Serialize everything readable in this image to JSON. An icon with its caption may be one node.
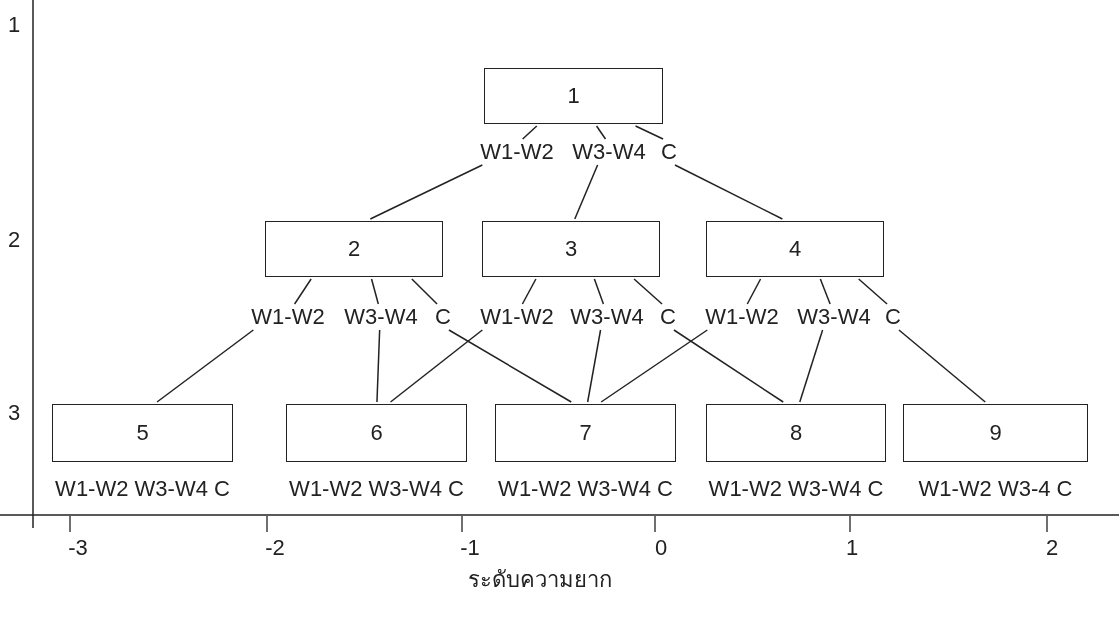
{
  "diagram": {
    "nodes": [
      {
        "text": [
          "1"
        ]
      },
      {
        "text": [
          "W1-W2"
        ]
      },
      {
        "text": [
          "W3-W4"
        ]
      },
      {
        "text": [
          "C"
        ]
      },
      {
        "text": [
          "2"
        ]
      },
      {
        "text": [
          "W1-W2"
        ]
      },
      {
        "text": [
          "W3-W4"
        ]
      },
      {
        "text": [
          "C"
        ]
      },
      {
        "text": [
          "3"
        ]
      },
      {
        "text": [
          "W1-W2"
        ]
      },
      {
        "text": [
          "W3-W4"
        ]
      },
      {
        "text": [
          "C"
        ]
      },
      {
        "text": [
          "4"
        ]
      },
      {
        "text": [
          "W1-W2"
        ]
      },
      {
        "text": [
          "W3-W4"
        ]
      },
      {
        "text": [
          "C"
        ]
      },
      {
        "text": [
          "5"
        ],
        "beside": [
          "W1-W2 W3-W4 C"
        ]
      },
      {
        "text": [
          "6"
        ],
        "beside": [
          "W1-W2 W3-W4 C"
        ]
      },
      {
        "text": [
          "7"
        ],
        "beside": [
          "W1-W2 W3-W4 C"
        ]
      },
      {
        "text": [
          "8"
        ],
        "beside": [
          "W1-W2 W3-W4 C"
        ]
      },
      {
        "text": [
          "9"
        ],
        "beside": [
          "W1-W2 W3-4 C"
        ]
      }
    ],
    "edges": [
      {
        "from": 0,
        "to": 1,
        "arrow": "none"
      },
      {
        "from": 0,
        "to": 2,
        "arrow": "none"
      },
      {
        "from": 0,
        "to": 3,
        "arrow": "none"
      },
      {
        "from": 1,
        "to": 4,
        "arrow": "none"
      },
      {
        "from": 2,
        "to": 8,
        "arrow": "none"
      },
      {
        "from": 3,
        "to": 12,
        "arrow": "none"
      },
      {
        "from": 4,
        "to": 5,
        "arrow": "none"
      },
      {
        "from": 4,
        "to": 6,
        "arrow": "none"
      },
      {
        "from": 4,
        "to": 7,
        "arrow": "none"
      },
      {
        "from": 5,
        "to": 16,
        "arrow": "none"
      },
      {
        "from": 6,
        "to": 17,
        "arrow": "none"
      },
      {
        "from": 7,
        "to": 18,
        "arrow": "none"
      },
      {
        "from": 8,
        "to": 9,
        "arrow": "none"
      },
      {
        "from": 8,
        "to": 10,
        "arrow": "none"
      },
      {
        "from": 8,
        "to": 11,
        "arrow": "none"
      },
      {
        "from": 9,
        "to": 17,
        "arrow": "none"
      },
      {
        "from": 10,
        "to": 18,
        "arrow": "none"
      },
      {
        "from": 11,
        "to": 19,
        "arrow": "none"
      },
      {
        "from": 12,
        "to": 13,
        "arrow": "none"
      },
      {
        "from": 12,
        "to": 14,
        "arrow": "none"
      },
      {
        "from": 12,
        "to": 15,
        "arrow": "none"
      },
      {
        "from": 13,
        "to": 18,
        "arrow": "none"
      },
      {
        "from": 14,
        "to": 19,
        "arrow": "none"
      },
      {
        "from": 15,
        "to": 20,
        "arrow": "none"
      }
    ],
    "labels": [
      "1",
      "2",
      "3",
      "-3",
      "-2",
      "-1",
      "0",
      "1",
      "2",
      "ระดับความยาก"
    ]
  }
}
